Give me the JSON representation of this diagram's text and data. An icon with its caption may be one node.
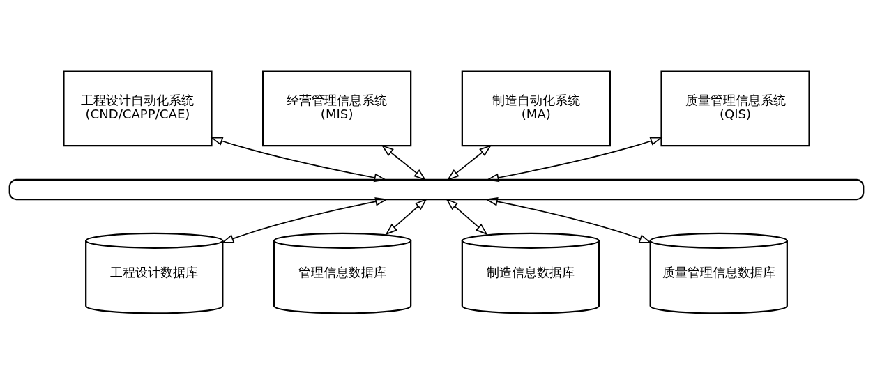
{
  "diagram": {
    "nodes": [
      {
        "text": [
          "工程设计自动化系统",
          "(CND/CAPP/CAE)"
        ]
      },
      {
        "text": [
          "经营管理信息系统",
          "(MIS)"
        ]
      },
      {
        "text": [
          "制造自动化系统",
          "(MA)"
        ]
      },
      {
        "text": [
          "质量管理信息系统",
          "(QIS)"
        ]
      },
      {
        "text": [],
        "shape": "cylinder"
      },
      {
        "text": [
          "工程设计数据库"
        ]
      },
      {
        "text": [
          "管理信息数据库"
        ]
      },
      {
        "text": [
          "制造信息数据库"
        ]
      },
      {
        "text": [
          "质量管理信息数据库"
        ]
      }
    ],
    "edges": [
      {
        "from": 0,
        "to": 4,
        "arrow": "both"
      },
      {
        "from": 1,
        "to": 4,
        "arrow": "both"
      },
      {
        "from": 2,
        "to": 4,
        "arrow": "both"
      },
      {
        "from": 3,
        "to": 4,
        "arrow": "both"
      },
      {
        "from": 4,
        "to": 5,
        "arrow": "both"
      },
      {
        "from": 4,
        "to": 6,
        "arrow": "both"
      },
      {
        "from": 4,
        "to": 7,
        "arrow": "both"
      },
      {
        "from": 4,
        "to": 8,
        "arrow": "both"
      }
    ]
  }
}
